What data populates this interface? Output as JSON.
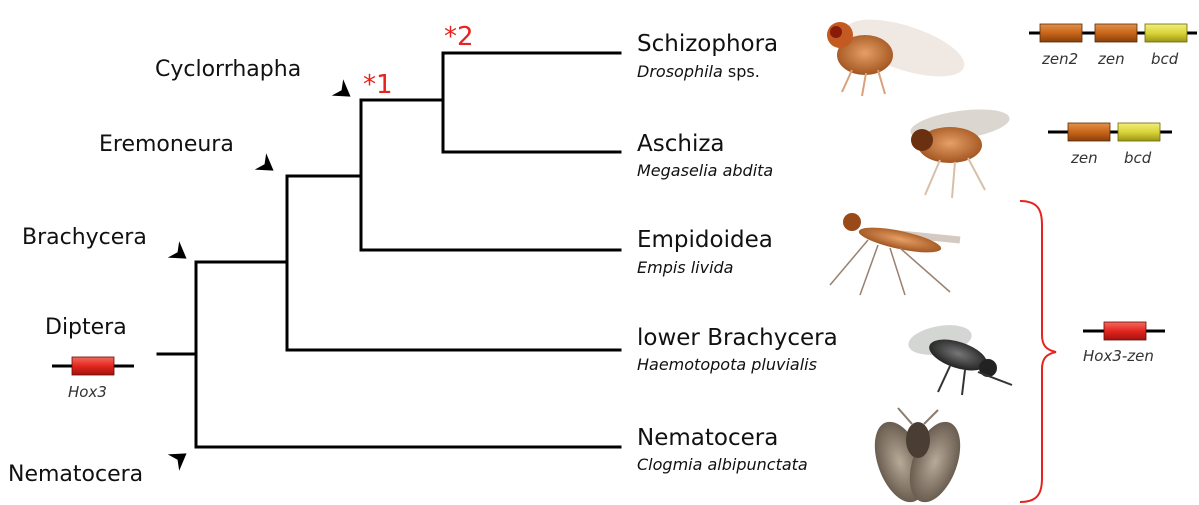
{
  "nodes": [
    {
      "id": "cyclorrhapha",
      "label": "Cyclorrhapha"
    },
    {
      "id": "eremoneura",
      "label": "Eremoneura"
    },
    {
      "id": "brachycera",
      "label": "Brachycera"
    },
    {
      "id": "diptera",
      "label": "Diptera"
    },
    {
      "id": "nematocera_node",
      "label": "Nematocera"
    }
  ],
  "events": [
    {
      "id": "event1",
      "label": "*1"
    },
    {
      "id": "event2",
      "label": "*2"
    }
  ],
  "taxa": [
    {
      "id": "schizophora",
      "group": "Schizophora",
      "species": "Drosophila",
      "species_suffix": " sps."
    },
    {
      "id": "aschiza",
      "group": "Aschiza",
      "species": "Megaselia abdita",
      "species_suffix": ""
    },
    {
      "id": "empidoidea",
      "group": "Empidoidea",
      "species": "Empis livida",
      "species_suffix": ""
    },
    {
      "id": "lower_brachycera",
      "group": "lower Brachycera",
      "species": "Haemotopota pluvialis",
      "species_suffix": ""
    },
    {
      "id": "nematocera",
      "group": "Nematocera",
      "species": "Clogmia albipunctata",
      "species_suffix": ""
    }
  ],
  "gene_clusters": {
    "schizophora": [
      "zen2",
      "zen",
      "bcd"
    ],
    "aschiza": [
      "zen",
      "bcd"
    ],
    "bracket_group": [
      "Hox3-zen"
    ],
    "diptera_ancestral": [
      "Hox3"
    ]
  },
  "colors": {
    "tree": "#000000",
    "event": "#e8231f",
    "bracket": "#e8231f",
    "gene_zen": "#c8661a",
    "gene_bcd": "#d9d43a",
    "gene_hox3": "#e3261f"
  }
}
